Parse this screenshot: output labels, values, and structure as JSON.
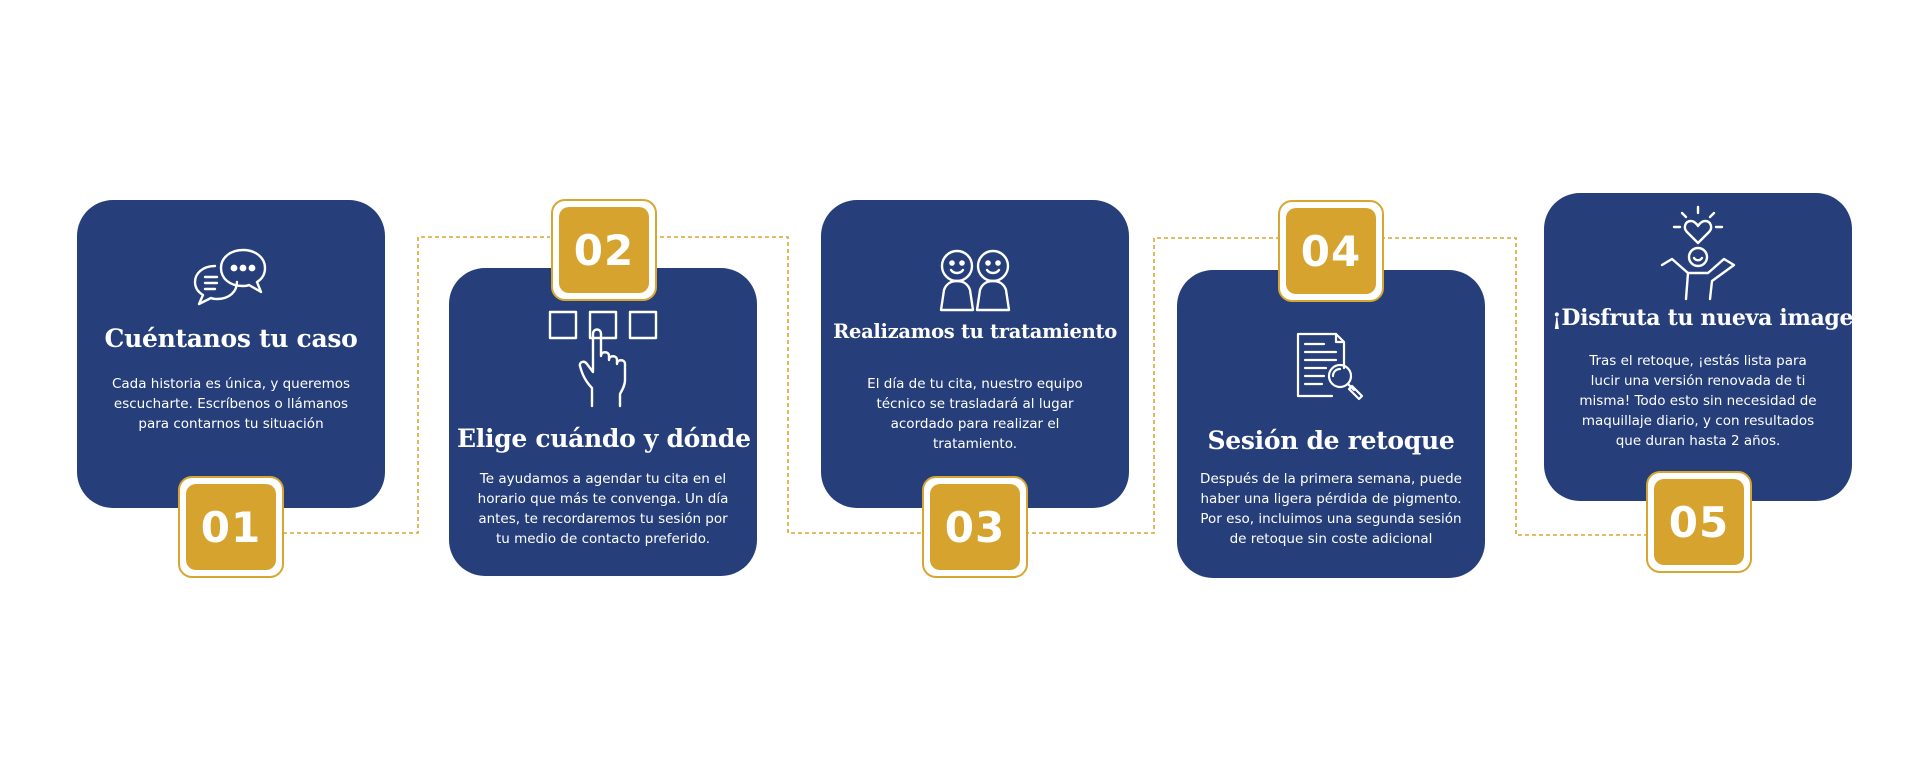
{
  "colors": {
    "card": "#263f7b",
    "accent": "#d6a42e",
    "text": "#ffffff"
  },
  "steps": [
    {
      "number": "01",
      "icon": "chat-bubbles-icon",
      "title": "Cuéntanos tu caso",
      "description": "Cada historia es única, y queremos escucharte. Escríbenos o llámanos para contarnos tu situación"
    },
    {
      "number": "02",
      "icon": "touch-select-icon",
      "title": "Elige cuándo y dónde",
      "description": "Te ayudamos a agendar tu cita en el horario que más te convenga. Un día antes, te recordaremos tu sesión por tu medio de contacto preferido."
    },
    {
      "number": "03",
      "icon": "two-people-icon",
      "title": "Realizamos tu tratamiento",
      "description": "El día de tu cita, nuestro equipo técnico se trasladará al lugar acordado para realizar el tratamiento."
    },
    {
      "number": "04",
      "icon": "document-search-icon",
      "title": "Sesión de retoque",
      "description": "Después de la primera semana, puede haber una ligera pérdida de pigmento. Por eso, incluimos una segunda sesión de retoque sin coste adicional"
    },
    {
      "number": "05",
      "icon": "happy-person-heart-icon",
      "title": "¡Disfruta tu nueva imagen!",
      "description": "Tras el retoque, ¡estás lista para lucir una versión renovada de ti misma! Todo esto sin necesidad de maquillaje diario, y con resultados que duran hasta 2 años."
    }
  ]
}
